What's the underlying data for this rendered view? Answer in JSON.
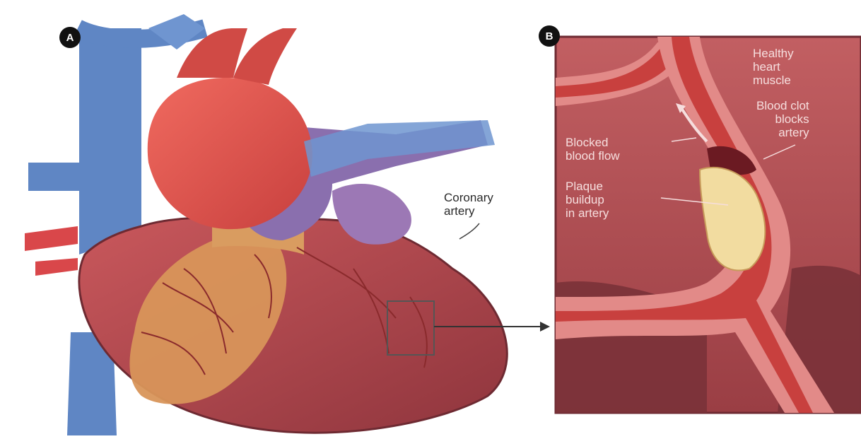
{
  "panels": {
    "a": {
      "badge": "A"
    },
    "b": {
      "badge": "B"
    }
  },
  "labels": {
    "coronary_artery": "Coronary\nartery",
    "healthy_heart_muscle": "Healthy\nheart\nmuscle",
    "blood_clot": "Blood clot\nblocks\nartery",
    "blocked_blood_flow": "Blocked\nblood flow",
    "plaque_buildup": "Plaque\nbuildup\nin artery"
  },
  "colors": {
    "heart_muscle": "#b84a4f",
    "aorta": "#e0504a",
    "vein_blue": "#5f86c4",
    "pulmonary_purple": "#8a6fae",
    "fat_tissue": "#d8955a",
    "artery_wall": "#e28a88",
    "plaque": "#f2dca0",
    "inset_bg": "#b65458"
  }
}
